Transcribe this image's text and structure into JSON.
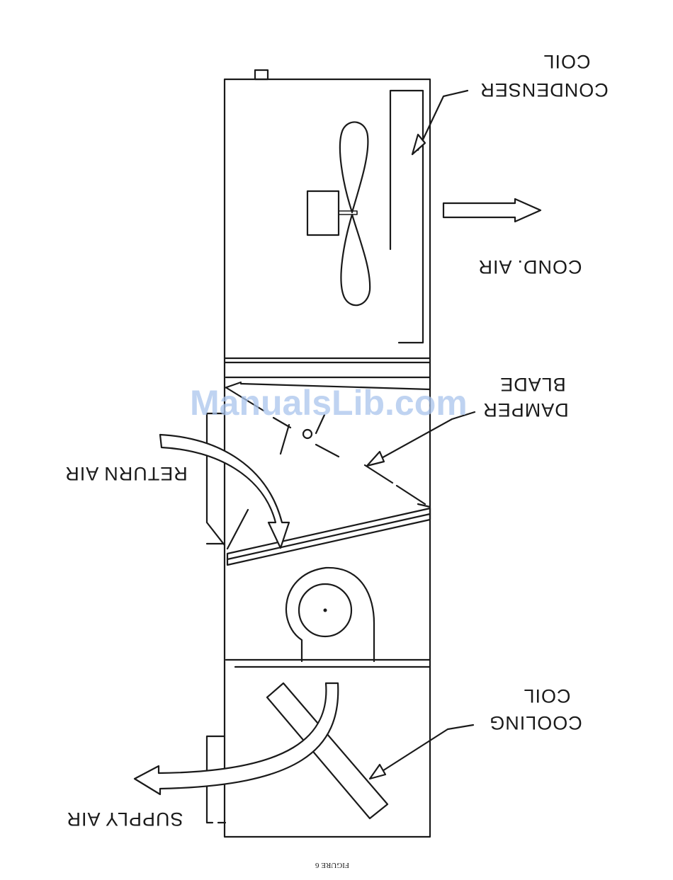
{
  "labels": {
    "condenser_line1": "CONDENSER",
    "condenser_line2": "COIL",
    "cond_air": "COND. AIR",
    "damper_line1": "DAMPER",
    "damper_line2": "BLADE",
    "return_air": "RETURN AIR",
    "cooling_line1": "COOLING",
    "cooling_line2": "COIL",
    "supply_air": "SUPPLY AIR",
    "figure_caption": "FIGURE 6"
  },
  "watermark": "ManualsLib.com",
  "colors": {
    "ink": "#1a1a1a",
    "watermark": "#a9c4ec",
    "background": "#ffffff"
  }
}
